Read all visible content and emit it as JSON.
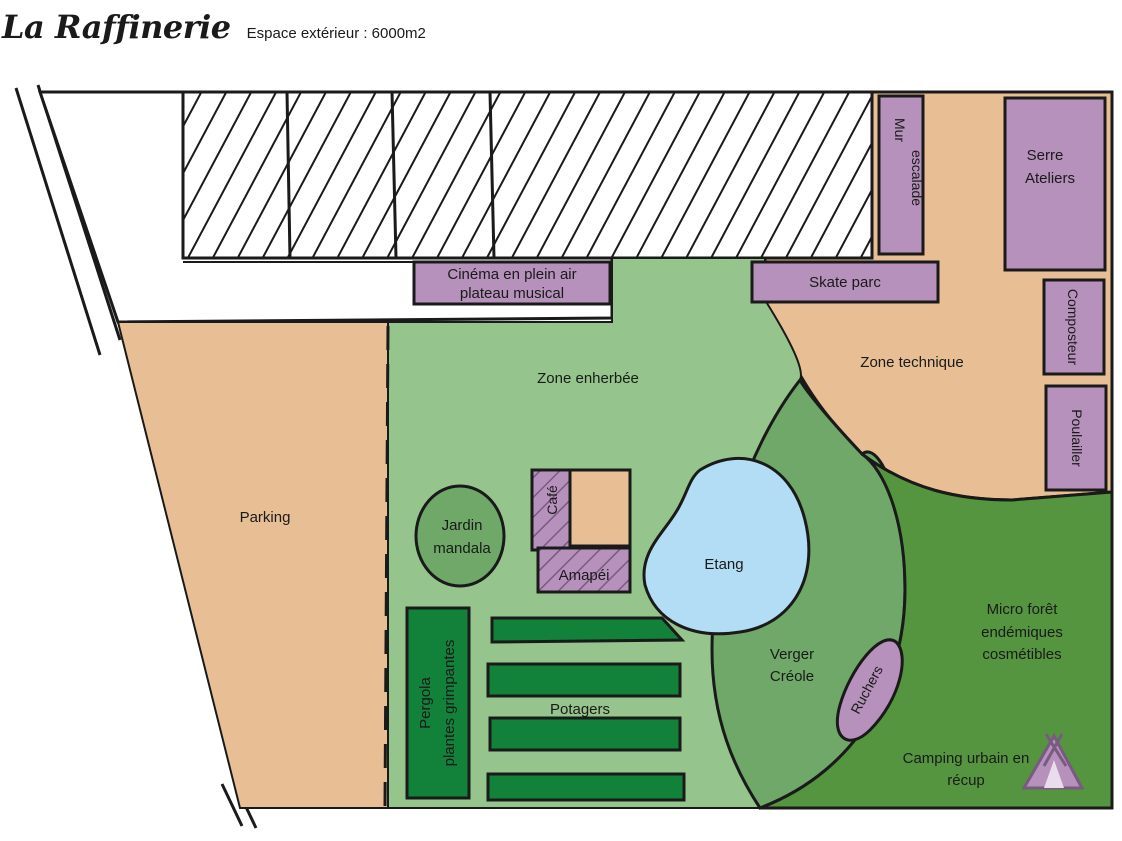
{
  "header": {
    "title": "La Raffinerie",
    "subtitle": "Espace extérieur : 6000m2"
  },
  "colors": {
    "sand": "#E8BF94",
    "meadow": "#95C58C",
    "orchard": "#6FA868",
    "forest": "#55953F",
    "garden_bed": "#12813A",
    "pond": "#B3DDF4",
    "facility": "#B691BC",
    "outline": "#1a1a1a"
  },
  "icons": {
    "camping": "tent-icon"
  },
  "zones": {
    "parking": "Parking",
    "grass": "Zone enherbée",
    "technical": "Zone technique",
    "mandala": [
      "Jardin",
      "mandala"
    ],
    "cafe": "Café",
    "amapei": "Amapéi",
    "pond": "Etang",
    "orchard": [
      "Verger",
      "Créole"
    ],
    "forest": [
      "Micro forêt",
      "endémiques",
      "cosmétibles"
    ],
    "beehives": "Ruchers",
    "camping": [
      "Camping urbain en",
      "récup"
    ],
    "vegetables": "Potagers",
    "pergola": [
      "Pergola",
      "plantes grimpantes"
    ],
    "cinema": [
      "Cinéma en plein air",
      "plateau musical"
    ],
    "skate": "Skate parc",
    "climbing": [
      "Mur",
      "escalade"
    ],
    "greenhouse": [
      "Serre",
      "Ateliers"
    ],
    "compost": "Composteur",
    "henhouse": "Poulailler"
  }
}
